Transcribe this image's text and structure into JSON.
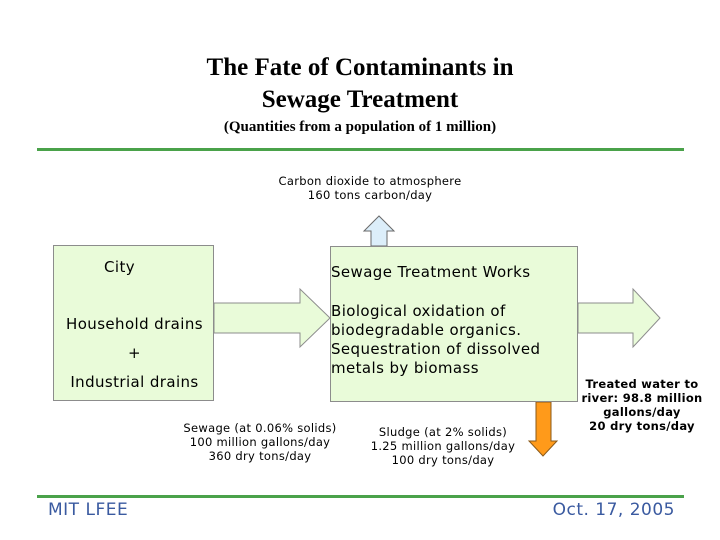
{
  "title": {
    "line1": "The Fate of Contaminants in",
    "line2": "Sewage Treatment",
    "subtitle": "(Quantities from a population of 1 million)"
  },
  "co2": {
    "line1": "Carbon dioxide to atmosphere",
    "line2": "160 tons carbon/day"
  },
  "city_box": {
    "title": "City",
    "line1": "Household drains",
    "line2": "+",
    "line3": "Industrial drains"
  },
  "works_box": {
    "title": "Sewage Treatment Works",
    "line1": "Biological oxidation of",
    "line2": "biodegradable organics.",
    "line3": "Sequestration of dissolved",
    "line4": "metals by biomass"
  },
  "sewage": {
    "line1": "Sewage (at 0.06% solids)",
    "line2": "100 million gallons/day",
    "line3": "360 dry tons/day"
  },
  "sludge": {
    "line1": "Sludge (at 2% solids)",
    "line2": "1.25 million gallons/day",
    "line3": "100 dry tons/day"
  },
  "treated": {
    "line1": "Treated water to",
    "line2": "river: 98.8 million",
    "line3": "gallons/day",
    "line4": "20 dry tons/day"
  },
  "footer": {
    "left": "MIT LFEE",
    "right": "Oct. 17, 2005"
  },
  "colors": {
    "rule": "#4aa24a",
    "box_fill": "#e9fbd9",
    "arrow_up": "#dceefa",
    "arrow_down": "#ff9a1a",
    "footer_text": "#3a5aa0"
  }
}
